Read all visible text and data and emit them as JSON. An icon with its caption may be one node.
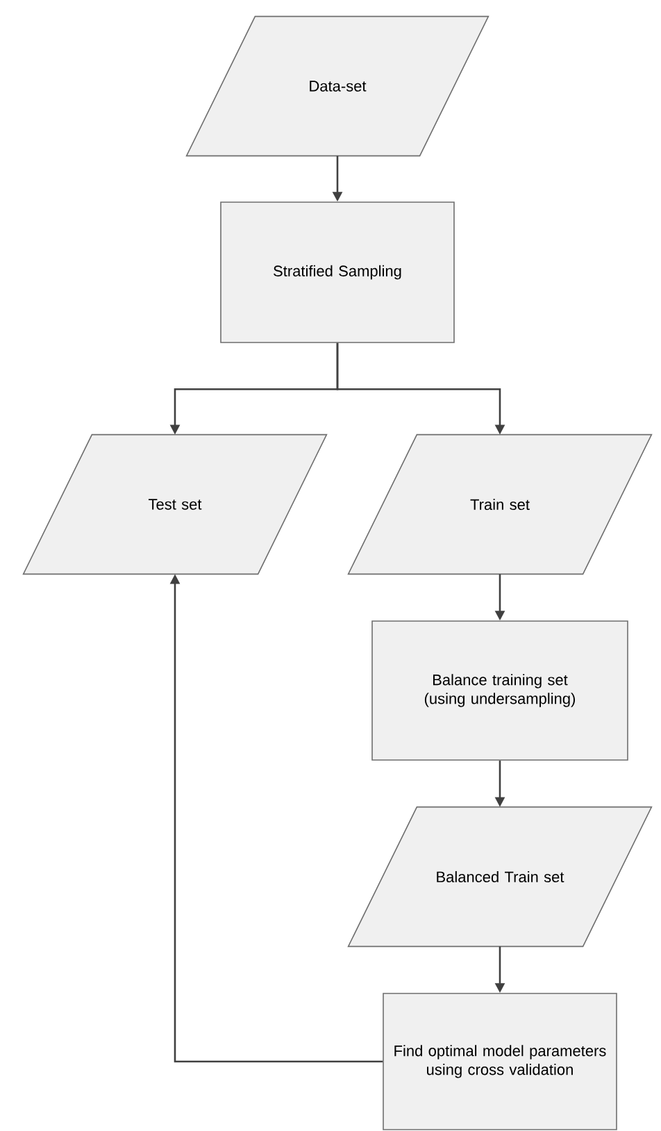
{
  "diagram": {
    "nodes": [
      {
        "text": [
          "Data-set"
        ]
      },
      {
        "text": [
          "Stratified Sampling"
        ]
      },
      {
        "text": [
          "Test set"
        ]
      },
      {
        "text": [
          "Train set"
        ]
      },
      {
        "text": [
          "Balance training set (using undersampling)"
        ]
      },
      {
        "text": [
          "Balanced Train set"
        ]
      },
      {
        "text": [
          "Find optimal model parameters using cross validation"
        ]
      }
    ],
    "edges": [
      {
        "from": 0,
        "to": 1,
        "arrow": "to"
      },
      {
        "from": 1,
        "to": 2,
        "arrow": "to"
      },
      {
        "from": 1,
        "to": 3,
        "arrow": "to"
      },
      {
        "from": 3,
        "to": 4,
        "arrow": "to"
      },
      {
        "from": 4,
        "to": 5,
        "arrow": "to"
      },
      {
        "from": 5,
        "to": 6,
        "arrow": "to"
      },
      {
        "from": 6,
        "to": 2,
        "arrow": "to"
      }
    ]
  }
}
